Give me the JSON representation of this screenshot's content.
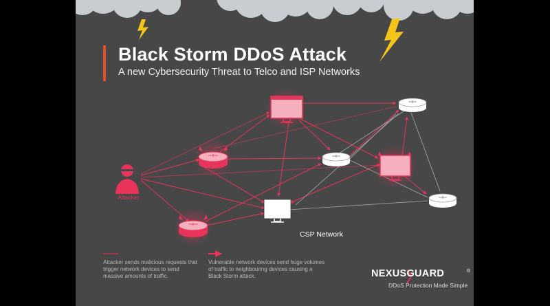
{
  "header": {
    "title": "Black Storm DDoS Attack",
    "subtitle": "A new Cybersecurity Threat to Telco and ISP Networks"
  },
  "diagram": {
    "attacker_label": "Attacker",
    "csp_label": "CSP Network"
  },
  "legend": {
    "malicious_text": "Attacker sends malicious requests that trigger network devices to send massive amounts of traffic.",
    "vulnerable_text": "Vulnerable network devices send huge volumes of traffic to neighbouring devices causing a Black Storm attack."
  },
  "brand": {
    "name": "NEXUSGUARD",
    "registered": "®",
    "tagline": "DDoS Protection Made Simple"
  },
  "colors": {
    "background": "#474747",
    "accent": "#e8335a",
    "title_bar": "#e0552b",
    "lightning": "#f6c51a"
  },
  "icons": [
    "storm-cloud-icon",
    "lightning-bolt-icon",
    "attacker-icon",
    "router-icon",
    "monitor-icon"
  ]
}
